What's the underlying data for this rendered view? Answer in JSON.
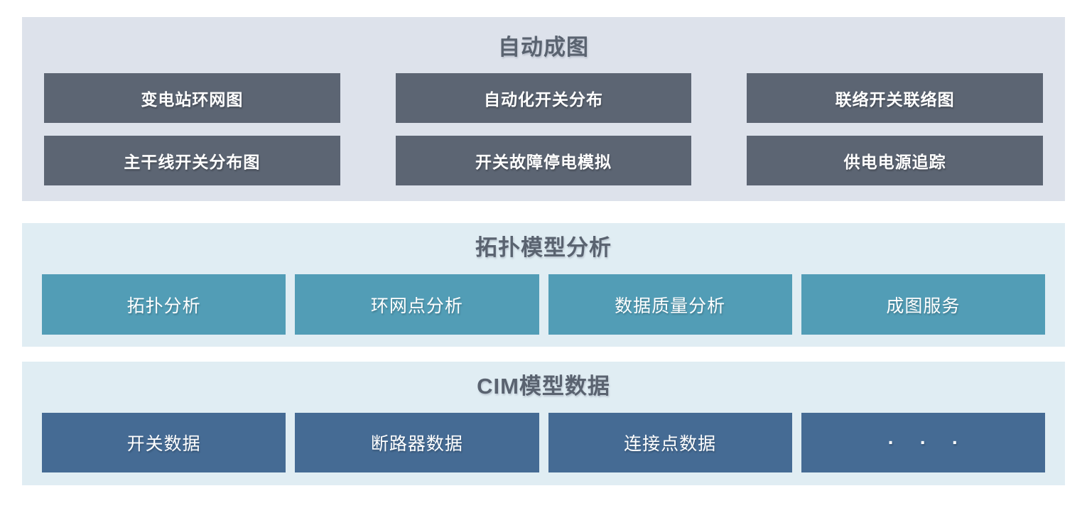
{
  "colors": {
    "page_background": "#ffffff",
    "section_auto_background": "#dde2eb",
    "section_auto_box": "#5c6573",
    "section_blue_background": "#e0edf3",
    "section_topology_box": "#529db6",
    "section_cim_box": "#456b94",
    "section_title_text": "#5a6370",
    "box_text": "#ffffff"
  },
  "sections": [
    {
      "title": "自动成图",
      "items": [
        "变电站环网图",
        "自动化开关分布",
        "联络开关联络图",
        "主干线开关分布图",
        "开关故障停电模拟",
        "供电电源追踪"
      ]
    },
    {
      "title": "拓扑模型分析",
      "items": [
        "拓扑分析",
        "环网点分析",
        "数据质量分析",
        "成图服务"
      ]
    },
    {
      "title": "CIM模型数据",
      "items": [
        "开关数据",
        "断路器数据",
        "连接点数据",
        "· · ·"
      ]
    }
  ]
}
